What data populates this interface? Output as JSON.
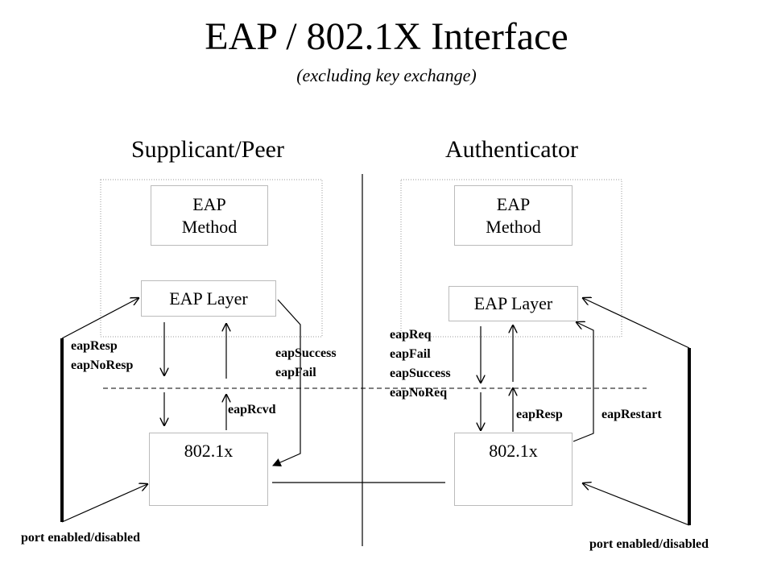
{
  "header": {
    "title": "EAP / 802.1X Interface",
    "subtitle": "(excluding key exchange)"
  },
  "supplicant": {
    "heading": "Supplicant/Peer",
    "method_line1": "EAP",
    "method_line2": "Method",
    "layer": "EAP Layer",
    "dot1x": "802.1x",
    "down_signals": [
      "eapResp",
      "eapNoResp"
    ],
    "up_signal": "eapRcvd",
    "result_signals": [
      "eapSuccess",
      "eapFail"
    ],
    "port": "port enabled/disabled"
  },
  "authenticator": {
    "heading": "Authenticator",
    "method_line1": "EAP",
    "method_line2": "Method",
    "layer": "EAP Layer",
    "dot1x": "802.1x",
    "down_signals": [
      "eapReq",
      "eapFail",
      "eapSuccess",
      "eapNoReq"
    ],
    "up_signal": "eapResp",
    "restart_signal": "eapRestart",
    "port": "port enabled/disabled"
  }
}
